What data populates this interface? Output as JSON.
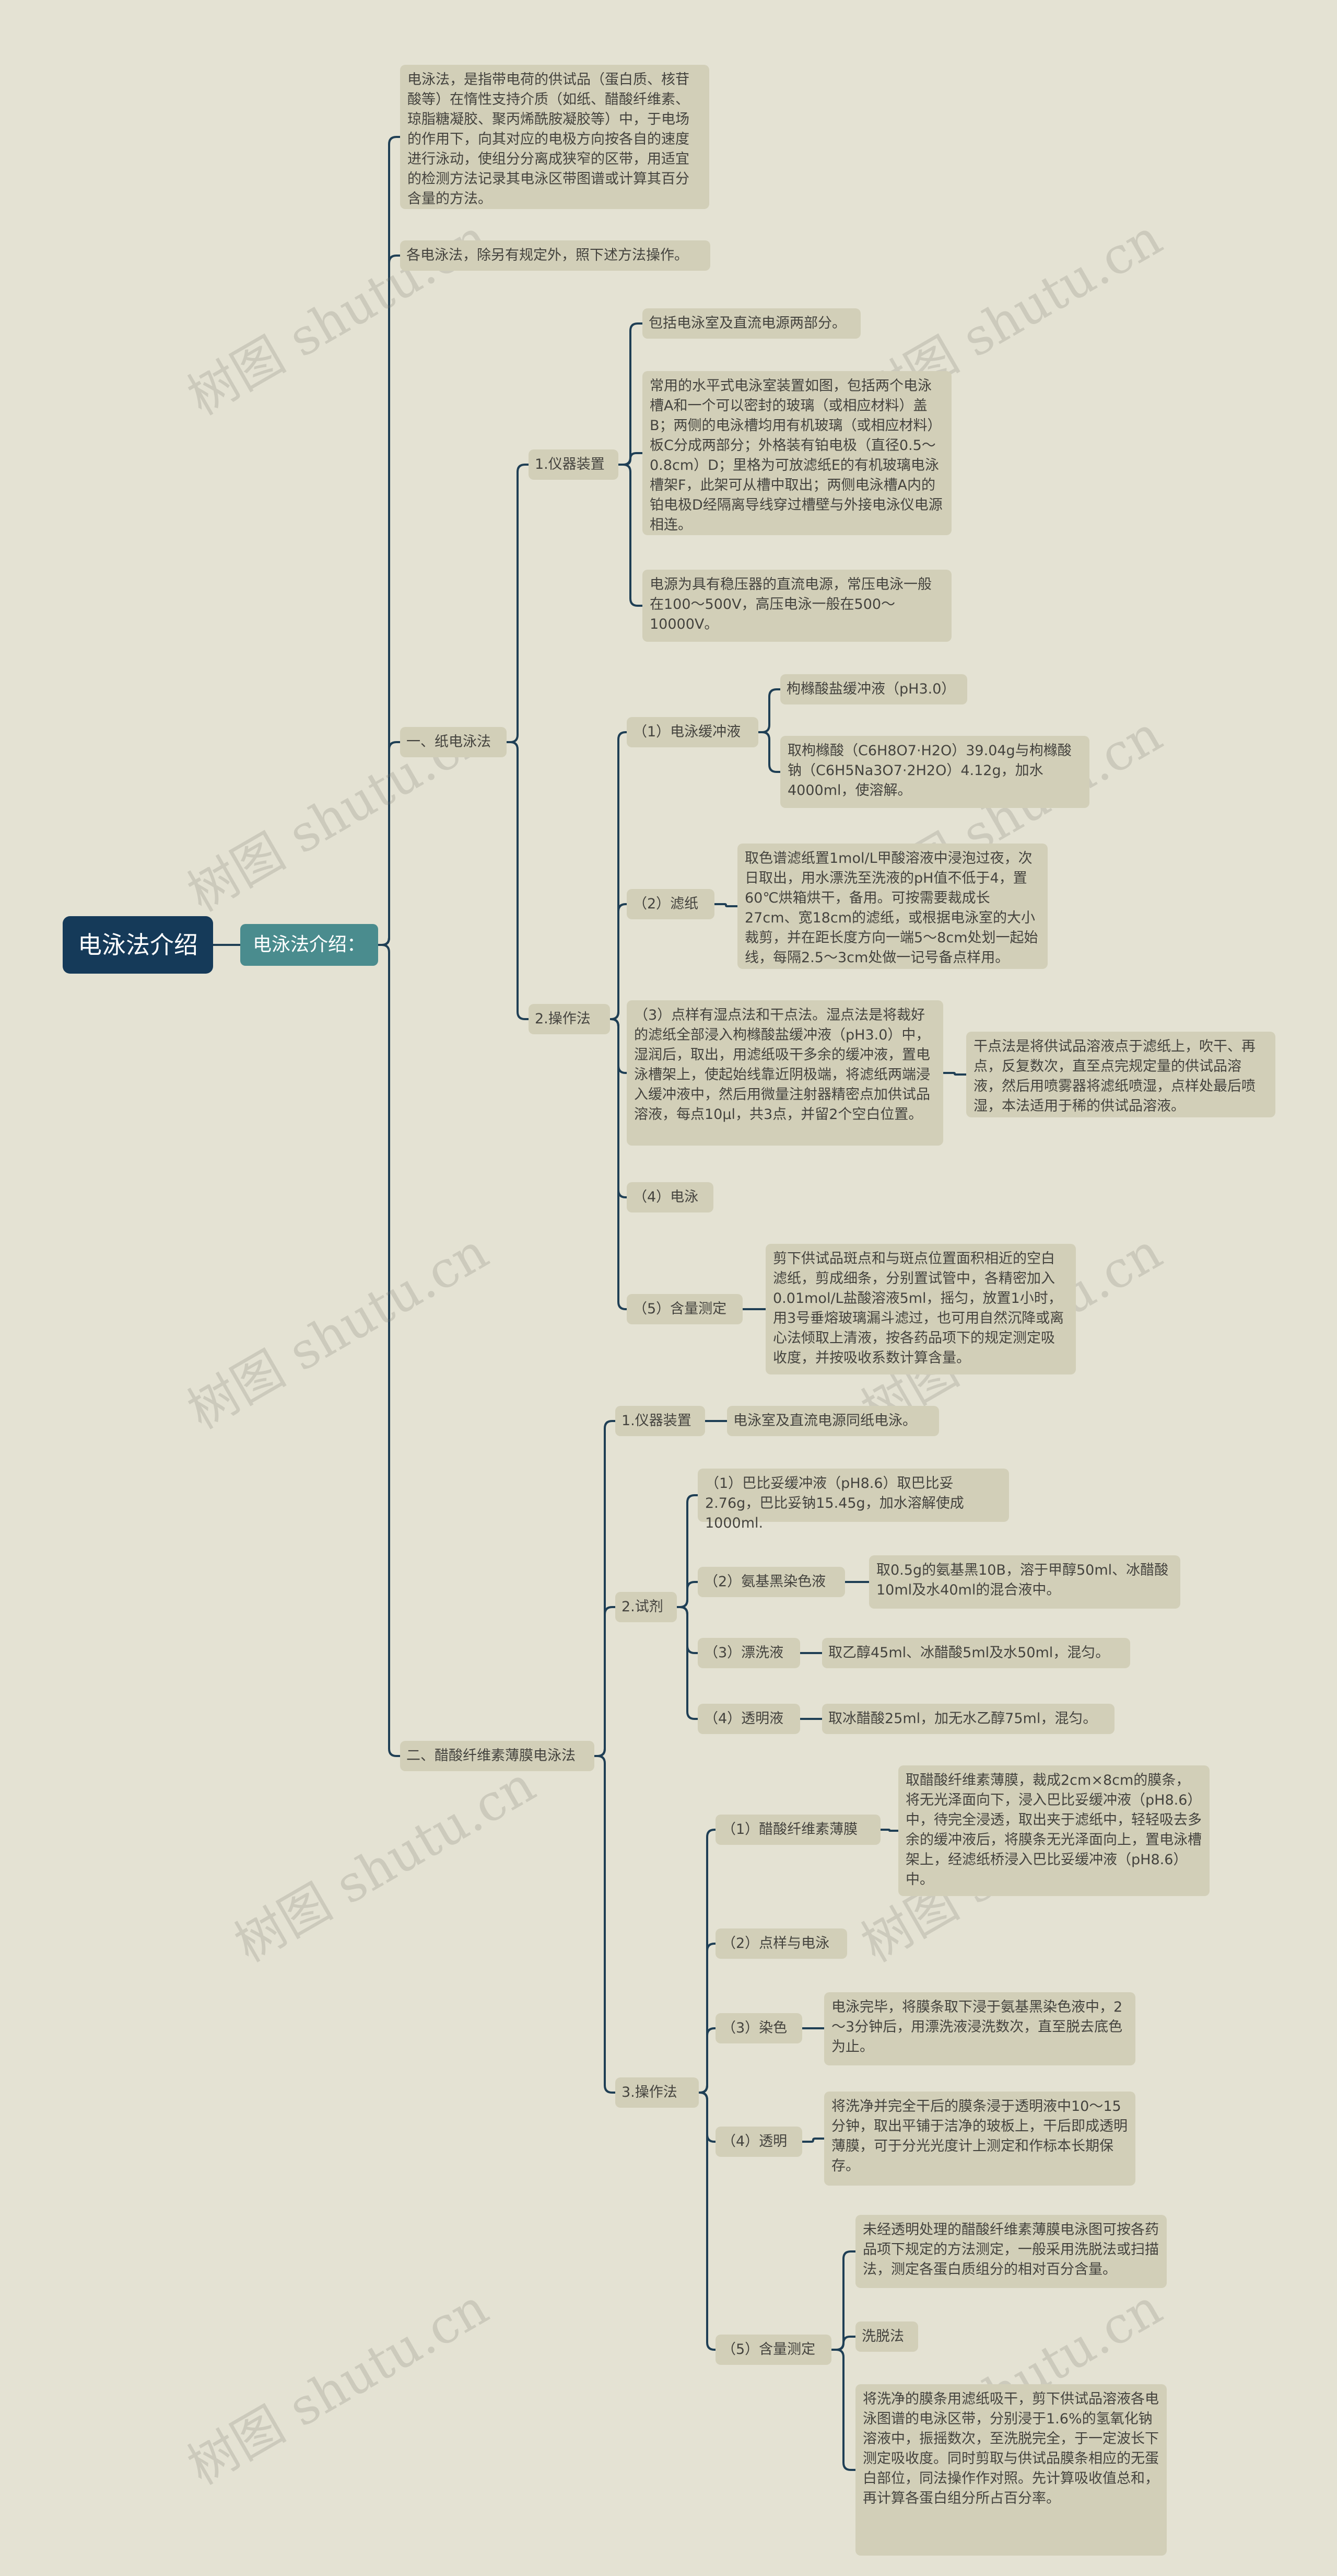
{
  "watermark": "树图 shutu.cn",
  "colors": {
    "background": "#e4e2d3",
    "root": "#153a59",
    "level1": "#4a8c8e",
    "node": "#d2cfb8",
    "line": "#1f3f55"
  },
  "root": "电泳法介绍",
  "level1": "电泳法介绍：",
  "intro": {
    "definition": "电泳法，是指带电荷的供试品（蛋白质、核苷酸等）在惰性支持介质（如纸、醋酸纤维素、琼脂糖凝胶、聚丙烯酰胺凝胶等）中，于电场的作用下，向其对应的电极方向按各自的速度进行泳动，使组分分离成狭窄的区带，用适宜的检测方法记录其电泳区带图谱或计算其百分含量的方法。",
    "rule": "各电泳法，除另有规定外，照下述方法操作。"
  },
  "paper": {
    "title": "一、纸电泳法",
    "apparatus": {
      "title": "1.仪器装置",
      "items": [
        "包括电泳室及直流电源两部分。",
        "常用的水平式电泳室装置如图，包括两个电泳槽A和一个可以密封的玻璃（或相应材料）盖B；两侧的电泳槽均用有机玻璃（或相应材料）板C分成两部分；外格装有铂电极（直径0.5～0.8cm）D；里格为可放滤纸E的有机玻璃电泳槽架F，此架可从槽中取出；两侧电泳槽A内的铂电极D经隔离导线穿过槽壁与外接电泳仪电源相连。",
        "电源为具有稳压器的直流电源，常压电泳一般在100～500V，高压电泳一般在500～10000V。"
      ]
    },
    "operation": {
      "title": "2.操作法",
      "buffer": {
        "title": "（1）电泳缓冲液",
        "name": "枸橼酸盐缓冲液（pH3.0）",
        "recipe": "取枸橼酸（C6H8O7·H2O）39.04g与枸橼酸钠（C6H5Na3O7·2H2O）4.12g，加水4000ml，使溶解。"
      },
      "filter": {
        "title": "（2）滤纸",
        "text": "取色谱滤纸置1mol/L甲酸溶液中浸泡过夜，次日取出，用水漂洗至洗液的pH值不低于4，置60℃烘箱烘干，备用。可按需要裁成长27cm、宽18cm的滤纸，或根据电泳室的大小裁剪，并在距长度方向一端5～8cm处划一起始线，每隔2.5～3cm处做一记号备点样用。"
      },
      "spotting": {
        "text": "（3）点样有湿点法和干点法。湿点法是将裁好的滤纸全部浸入枸橼酸盐缓冲液（pH3.0）中，湿润后，取出，用滤纸吸干多余的缓冲液，置电泳槽架上，使起始线靠近阴极端，将滤纸两端浸入缓冲液中，然后用微量注射器精密点加供试品溶液，每点10μl，共3点，并留2个空白位置。",
        "dry": "干点法是将供试品溶液点于滤纸上，吹干、再点，反复数次，直至点完规定量的供试品溶液，然后用喷雾器将滤纸喷湿，点样处最后喷湿，本法适用于稀的供试品溶液。"
      },
      "electrophoresis": "（4）电泳",
      "quant": {
        "title": "（5）含量测定",
        "text": "剪下供试品斑点和与斑点位置面积相近的空白滤纸，剪成细条，分别置试管中，各精密加入0.01mol/L盐酸溶液5ml，摇匀，放置1小时，用3号垂熔玻璃漏斗滤过，也可用自然沉降或离心法倾取上清液，按各药品项下的规定测定吸收度，并按吸收系数计算含量。"
      }
    }
  },
  "cellulose": {
    "title": "二、醋酸纤维素薄膜电泳法",
    "apparatus": {
      "title": "1.仪器装置",
      "text": "电泳室及直流电源同纸电泳。"
    },
    "reagents": {
      "title": "2.试剂",
      "buffer": "（1）巴比妥缓冲液（pH8.6）取巴比妥2.76g，巴比妥钠15.45g，加水溶解使成1000ml.",
      "stain": {
        "label": "（2）氨基黑染色液",
        "text": "取0.5g的氨基黑10B，溶于甲醇50ml、冰醋酸10ml及水40ml的混合液中。"
      },
      "rinse": {
        "label": "（3）漂洗液",
        "text": "取乙醇45ml、冰醋酸5ml及水50ml，混匀。"
      },
      "clear": {
        "label": "（4）透明液",
        "text": "取冰醋酸25ml，加无水乙醇75ml，混匀。"
      }
    },
    "operation": {
      "title": "3.操作法",
      "membrane": {
        "label": "（1）醋酸纤维素薄膜",
        "text": "取醋酸纤维素薄膜，裁成2cm×8cm的膜条，将无光泽面向下，浸入巴比妥缓冲液（pH8.6）中，待完全浸透，取出夹于滤纸中，轻轻吸去多余的缓冲液后，将膜条无光泽面向上，置电泳槽架上，经滤纸桥浸入巴比妥缓冲液（pH8.6）中。"
      },
      "spot": "（2）点样与电泳",
      "dye": {
        "label": "（3）染色",
        "text": "电泳完毕，将膜条取下浸于氨基黑染色液中，2～3分钟后，用漂洗液浸洗数次，直至脱去底色为止。"
      },
      "transparent": {
        "label": "（4）透明",
        "text": "将洗净并完全干后的膜条浸于透明液中10～15分钟，取出平铺于洁净的玻板上，干后即成透明薄膜，可于分光光度计上测定和作标本长期保存。"
      },
      "quant": {
        "label": "（5）含量测定",
        "a": "未经透明处理的醋酸纤维素薄膜电泳图可按各药品项下规定的方法测定，一般采用洗脱法或扫描法，测定各蛋白质组分的相对百分含量。",
        "b": "洗脱法",
        "c": "将洗净的膜条用滤纸吸干，剪下供试品溶液各电泳图谱的电泳区带，分别浸于1.6%的氢氧化钠溶液中，振摇数次，至洗脱完全，于一定波长下测定吸收度。同时剪取与供试品膜条相应的无蛋白部位，同法操作作对照。先计算吸收值总和，再计算各蛋白组分所占百分率。"
      }
    }
  }
}
